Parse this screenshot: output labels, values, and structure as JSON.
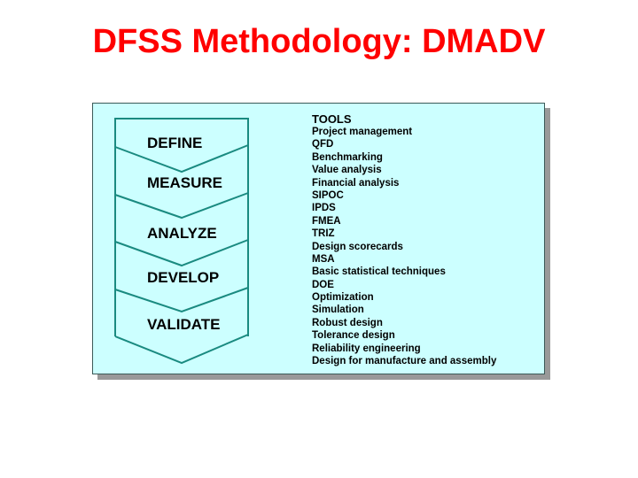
{
  "title": "DFSS Methodology: DMADV",
  "colors": {
    "title": "#ff0000",
    "panel_background": "#ccffff",
    "panel_border": "#3c5a58",
    "chevron_stroke": "#1a8a80",
    "shadow": "#999999"
  },
  "phases": [
    {
      "label": "DEFINE"
    },
    {
      "label": "MEASURE"
    },
    {
      "label": "ANALYZE"
    },
    {
      "label": "DEVELOP"
    },
    {
      "label": "VALIDATE"
    }
  ],
  "tools": {
    "heading": "TOOLS",
    "items": [
      "Project management",
      "QFD",
      "Benchmarking",
      "Value analysis",
      "Financial analysis",
      "SIPOC",
      "IPDS",
      "FMEA",
      "TRIZ",
      "Design scorecards",
      "MSA",
      "Basic statistical techniques",
      "DOE",
      "Optimization",
      "Simulation",
      "Robust design",
      "Tolerance design",
      "Reliability engineering",
      "Design for manufacture and assembly"
    ]
  }
}
